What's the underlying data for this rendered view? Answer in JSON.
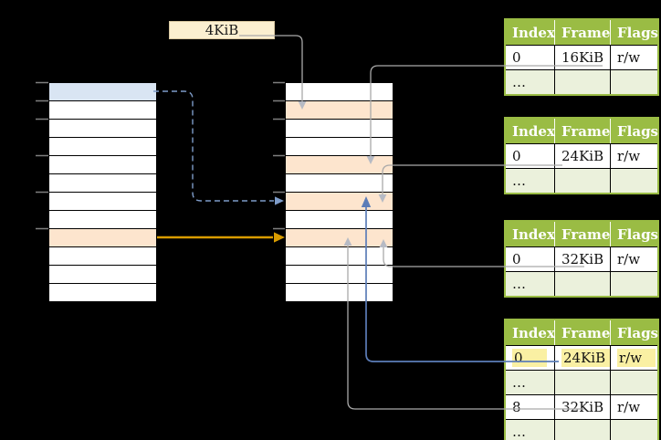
{
  "colors": {
    "bg": "#000000",
    "table-green": "#9ABC44",
    "row-light-green": "#EBF1DC",
    "row-orange": "#FDE5CE",
    "row-blue": "#D9E5F3",
    "box-cream": "#FBEFD0",
    "highlight-yellow": "#FAF0A3",
    "line-gray": "#A9A9A9",
    "arrow-gray": "#B6BAC4",
    "line-blue": "#5C7DB8",
    "line-blue-dashed": "#7E9CC9",
    "line-orange": "#D99C00",
    "tick-gray": "#7F7F7F"
  },
  "size_label": "4KiB",
  "virtual_memory": {
    "row_count": 12,
    "blue_rows": [
      1
    ],
    "orange_rows": [
      9
    ]
  },
  "physical_memory": {
    "row_count": 12,
    "orange_rows": [
      2,
      5,
      7,
      9
    ]
  },
  "page_tables": [
    {
      "id": "pt1",
      "headers": [
        "Index",
        "Frame",
        "Flags"
      ],
      "rows": [
        [
          "0",
          "16KiB",
          "r/w"
        ],
        [
          "…",
          "",
          ""
        ]
      ]
    },
    {
      "id": "pt2",
      "headers": [
        "Index",
        "Frame",
        "Flags"
      ],
      "rows": [
        [
          "0",
          "24KiB",
          "r/w"
        ],
        [
          "…",
          "",
          ""
        ]
      ]
    },
    {
      "id": "pt3",
      "headers": [
        "Index",
        "Frame",
        "Flags"
      ],
      "rows": [
        [
          "0",
          "32KiB",
          "r/w"
        ],
        [
          "…",
          "",
          ""
        ]
      ]
    },
    {
      "id": "pt4",
      "headers": [
        "Index",
        "Frame",
        "Flags"
      ],
      "rows": [
        [
          "0",
          "24KiB",
          "r/w"
        ],
        [
          "…",
          "",
          ""
        ],
        [
          "8",
          "32KiB",
          "r/w"
        ],
        [
          "…",
          "",
          ""
        ]
      ],
      "highlighted_row_index": 0
    }
  ]
}
